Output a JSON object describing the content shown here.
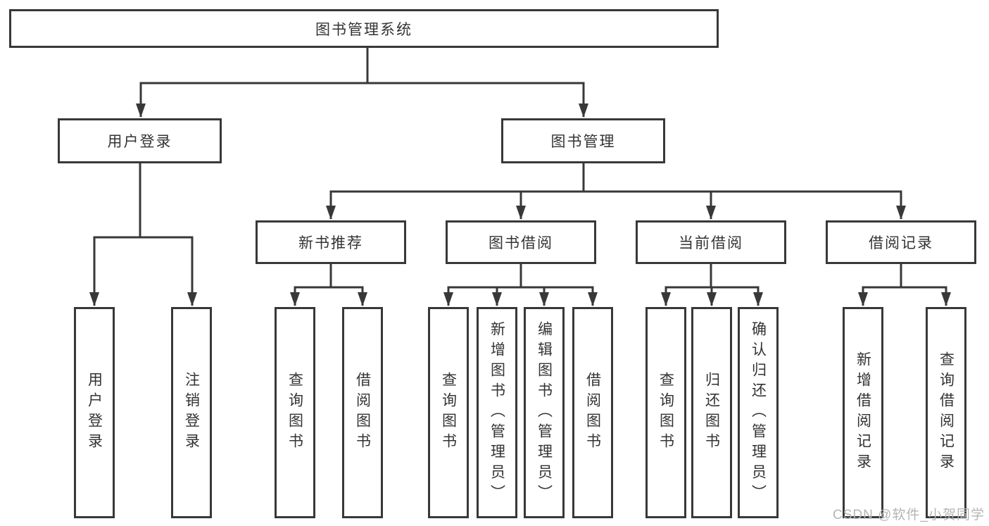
{
  "diagram": {
    "root": {
      "label": "图书管理系统"
    },
    "branches": [
      {
        "label": "用户登录",
        "leaves": [
          "用户登录",
          "注销登录"
        ]
      },
      {
        "label": "图书管理",
        "children": [
          {
            "label": "新书推荐",
            "leaves": [
              "查询图书",
              "借阅图书"
            ]
          },
          {
            "label": "图书借阅",
            "leaves": [
              "查询图书",
              "新增图书（管理员）",
              "编辑图书（管理员）",
              "借阅图书"
            ]
          },
          {
            "label": "当前借阅",
            "leaves": [
              "查询图书",
              "归还图书",
              "确认归还（管理员）"
            ]
          },
          {
            "label": "借阅记录",
            "leaves": [
              "新增借阅记录",
              "查询借阅记录"
            ]
          }
        ]
      }
    ]
  },
  "watermark": {
    "text": "CSDN @软件_小贺同学"
  },
  "colors": {
    "line": "#383838",
    "text": "#333333",
    "watermark": "#b5b5b5",
    "background": "#ffffff"
  }
}
